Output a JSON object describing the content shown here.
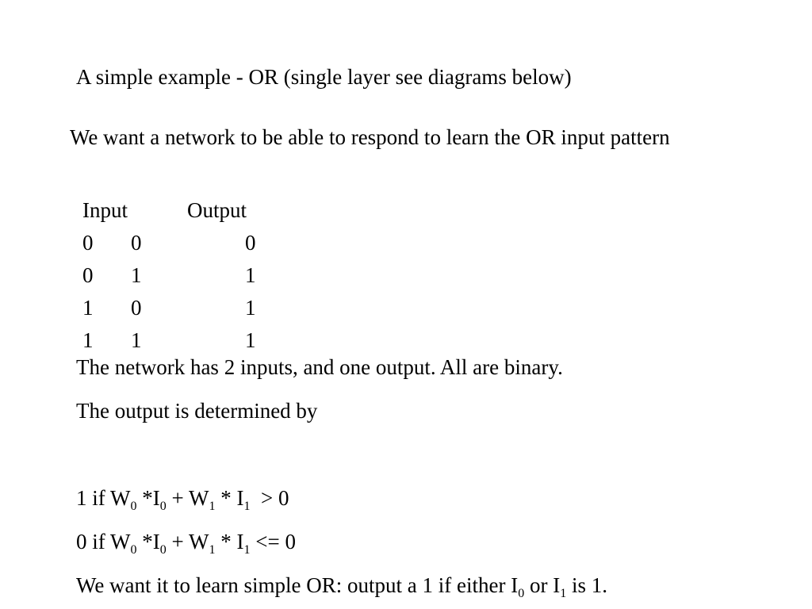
{
  "title": "A simple example  - OR  (single layer see diagrams below)",
  "intro": "We want a network to be able to respond to learn the OR input pattern",
  "truth_table": {
    "headers": {
      "input": "Input",
      "output": "Output"
    },
    "rows": [
      {
        "i0": "0",
        "i1": "0",
        "out": "0"
      },
      {
        "i0": "0",
        "i1": "1",
        "out": "1"
      },
      {
        "i0": "1",
        "i1": "0",
        "out": "1"
      },
      {
        "i0": "1",
        "i1": "1",
        "out": "1"
      }
    ]
  },
  "network_desc": "The network has 2 inputs, and one output. All are binary.",
  "output_desc": "The output is determined by",
  "rule_one": {
    "prefix": "1 if W",
    "w0_sub": "0",
    "mid1": " *I",
    "i0_sub": "0",
    "mid2": " + W",
    "w1_sub": "1",
    "mid3": " * I",
    "i1_sub": "1",
    "suffix": "  > 0"
  },
  "rule_zero": {
    "prefix": "0 if W",
    "w0_sub": "0",
    "mid1": " *I",
    "i0_sub": "0",
    "mid2": " + W",
    "w1_sub": "1",
    "mid3": " * I",
    "i1_sub": "1",
    "suffix": " <= 0"
  },
  "goal": {
    "prefix": "We want it to learn simple OR: output a 1 if either I",
    "i0_sub": "0",
    "mid": " or I",
    "i1_sub": "1",
    "suffix": " is 1."
  }
}
